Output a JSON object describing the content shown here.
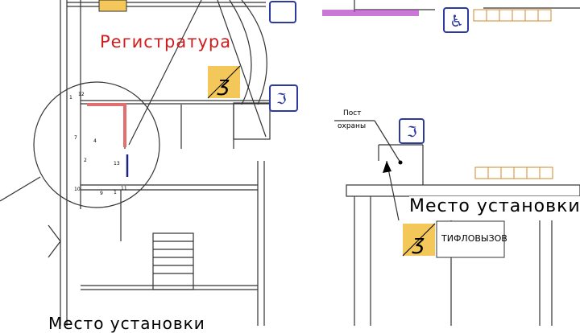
{
  "labels": {
    "registry": "Регистратура",
    "security_post_line1": "Пост",
    "security_post_line2": "охраны",
    "install_place_right": "Место установки",
    "install_place_bottom": "Место установки",
    "tiflo_call": "ТИФЛОВЫЗОВ",
    "numbers": [
      "12",
      "1",
      "7",
      "4",
      "2",
      "13",
      "10",
      "9",
      "1",
      "11"
    ]
  },
  "colors": {
    "registry_text": "#d01c1c",
    "sign_blue": "#2b3a9c",
    "sign_yellow": "#f3c75a",
    "bench": "#d08a2a",
    "magenta": "#b040c0",
    "line": "#222222"
  }
}
